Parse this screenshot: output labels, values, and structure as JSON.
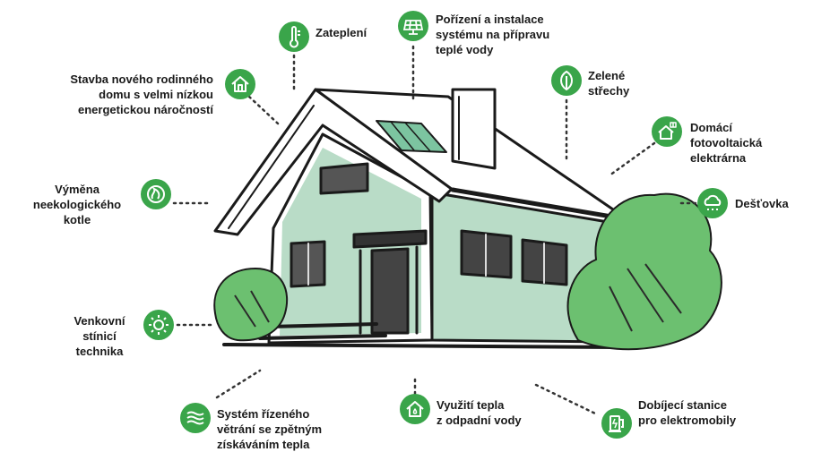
{
  "colors": {
    "accent": "#3aa54a",
    "house_fill": "#b9dcc7",
    "bush": "#6cc070"
  },
  "features": [
    {
      "id": "zatepleni",
      "icon": "thermometer-icon",
      "label": "Zateplení"
    },
    {
      "id": "solar",
      "icon": "solar-panel-icon",
      "label": "Pořízení a instalace\nsystému na přípravu\nteplé vody"
    },
    {
      "id": "novostavba",
      "icon": "house-icon",
      "label": "Stavba nového rodinného\ndomu s velmi nízkou\nenergetickou náročností"
    },
    {
      "id": "zelene",
      "icon": "leaf-icon",
      "label": "Zelené\nstřechy"
    },
    {
      "id": "fve",
      "icon": "house-solar-icon",
      "label": "Domácí\nfotovoltaická\nelektrárna"
    },
    {
      "id": "kotel",
      "icon": "boiler-icon",
      "label": "Výměna\nneekologického\nkotle"
    },
    {
      "id": "destovka",
      "icon": "rain-cloud-icon",
      "label": "Dešťovka"
    },
    {
      "id": "stineni",
      "icon": "sun-icon",
      "label": "Venkovní\nstínicí\ntechnika"
    },
    {
      "id": "vetrani",
      "icon": "ventilation-icon",
      "label": "Systém řízeného\nvětrání se zpětným\nzískáváním tepla"
    },
    {
      "id": "odpadni",
      "icon": "house-water-icon",
      "label": "Využití tepla\nz odpadní vody"
    },
    {
      "id": "dobijeci",
      "icon": "charging-station-icon",
      "label": "Dobíjecí stanice\npro elektromobily"
    }
  ]
}
